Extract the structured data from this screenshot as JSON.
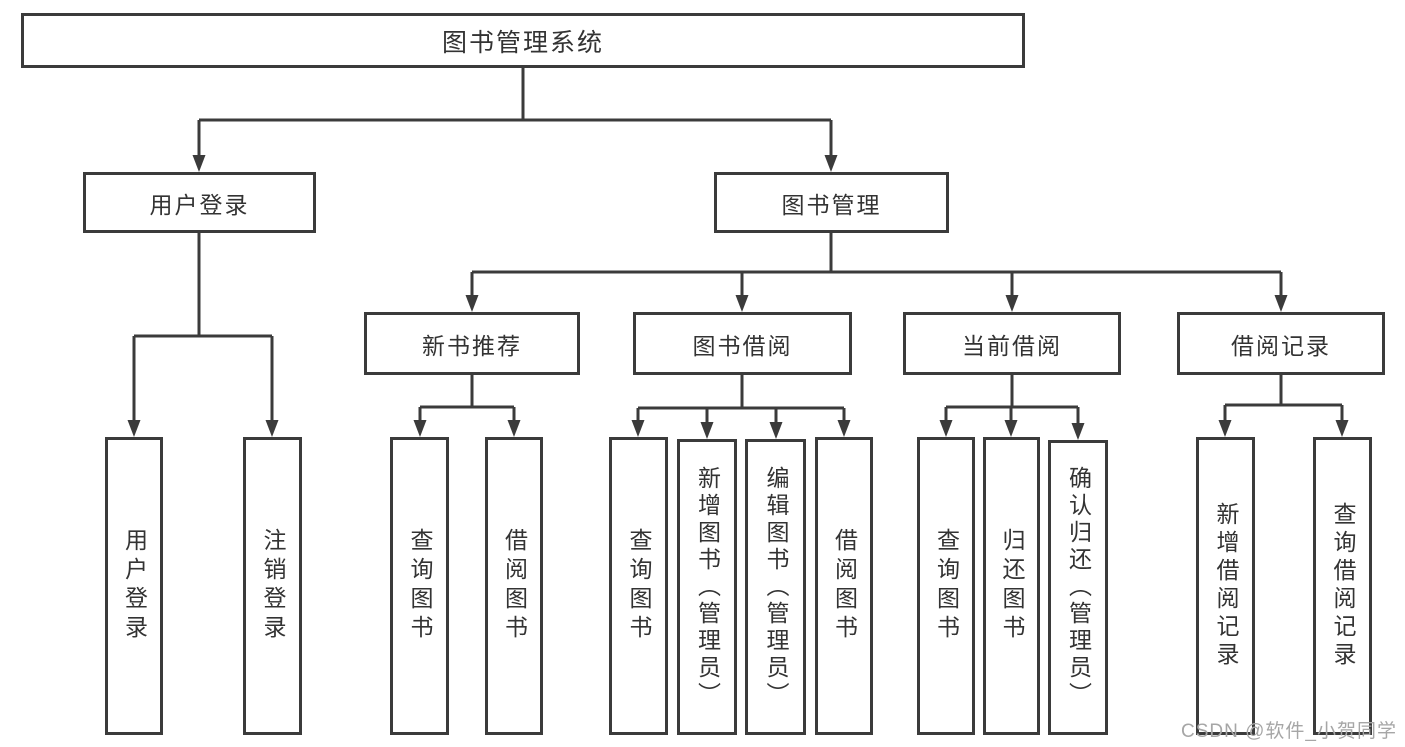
{
  "nodes": {
    "root": "图书管理系统",
    "user_login": "用户登录",
    "book_mgmt": "图书管理",
    "login": "用户登录",
    "logout": "注销登录",
    "new_book_rec": "新书推荐",
    "book_borrow": "图书借阅",
    "current_borrow": "当前借阅",
    "borrow_record": "借阅记录",
    "nbr_query": "查询图书",
    "nbr_borrow": "借阅图书",
    "bb_query": "查询图书",
    "bb_add": "新增图书（管理员）",
    "bb_edit": "编辑图书（管理员）",
    "bb_borrow": "借阅图书",
    "cb_query": "查询图书",
    "cb_return": "归还图书",
    "cb_confirm": "确认归还（管理员）",
    "br_add": "新增借阅记录",
    "br_query": "查询借阅记录"
  },
  "watermark": "CSDN @软件_小贺同学",
  "colors": {
    "line": "#3b3b3b",
    "text": "#333333",
    "box_bg": "#ffffff",
    "watermark": "#a6a6a6"
  }
}
